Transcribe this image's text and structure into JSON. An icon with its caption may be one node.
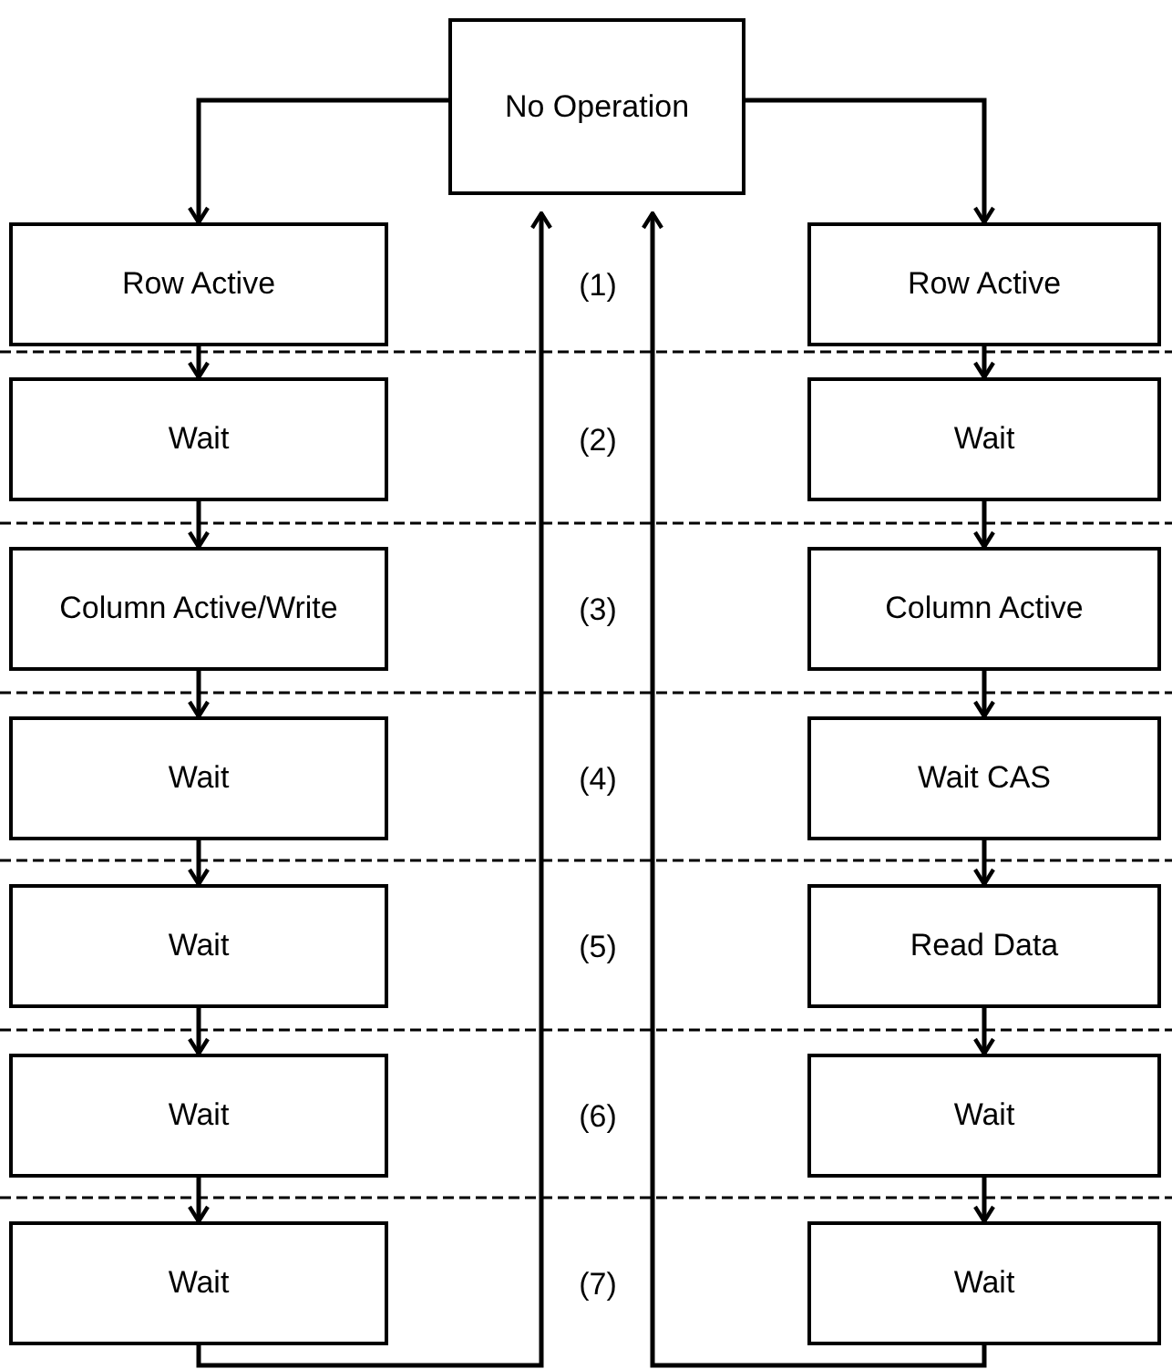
{
  "diagram": {
    "nodes": [
      {
        "text": [
          "No Operation"
        ]
      },
      {
        "text": [
          "Row Active"
        ]
      },
      {
        "text": [
          "Wait"
        ]
      },
      {
        "text": [
          "Column Active/Write"
        ]
      },
      {
        "text": [
          "Wait"
        ]
      },
      {
        "text": [
          "Wait"
        ]
      },
      {
        "text": [
          "Wait"
        ]
      },
      {
        "text": [
          "Wait"
        ]
      },
      {
        "text": [
          "Row Active"
        ]
      },
      {
        "text": [
          "Wait"
        ]
      },
      {
        "text": [
          "Column Active"
        ]
      },
      {
        "text": [
          "Wait CAS"
        ]
      },
      {
        "text": [
          "Read Data"
        ]
      },
      {
        "text": [
          "Wait"
        ]
      },
      {
        "text": [
          "Wait"
        ]
      }
    ],
    "edges": [
      {
        "from": 0,
        "to": 1,
        "arrow": "to"
      },
      {
        "from": 0,
        "to": 8,
        "arrow": "to"
      },
      {
        "from": 1,
        "to": 2,
        "arrow": "to"
      },
      {
        "from": 2,
        "to": 3,
        "arrow": "to"
      },
      {
        "from": 3,
        "to": 4,
        "arrow": "to"
      },
      {
        "from": 4,
        "to": 5,
        "arrow": "to"
      },
      {
        "from": 5,
        "to": 6,
        "arrow": "to"
      },
      {
        "from": 6,
        "to": 7,
        "arrow": "to"
      },
      {
        "from": 8,
        "to": 9,
        "arrow": "to"
      },
      {
        "from": 9,
        "to": 10,
        "arrow": "to"
      },
      {
        "from": 10,
        "to": 11,
        "arrow": "to"
      },
      {
        "from": 11,
        "to": 12,
        "arrow": "to"
      },
      {
        "from": 12,
        "to": 13,
        "arrow": "to"
      },
      {
        "from": 13,
        "to": 14,
        "arrow": "to"
      },
      {
        "from": 7,
        "to": 0,
        "arrow": "to"
      },
      {
        "from": 14,
        "to": 0,
        "arrow": "to"
      }
    ],
    "labels": [
      "(1)",
      "(2)",
      "(3)",
      "(4)",
      "(5)",
      "(6)",
      "(7)"
    ]
  }
}
